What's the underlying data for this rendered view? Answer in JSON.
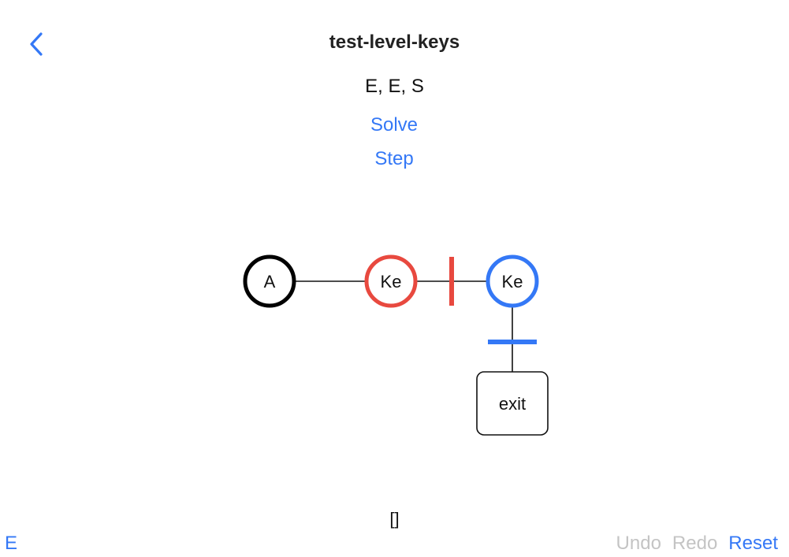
{
  "header": {
    "back_icon": "chevron-left-icon",
    "title": "test-level-keys",
    "moves": "E, E, S"
  },
  "actions": {
    "solve_label": "Solve",
    "step_label": "Step"
  },
  "graph": {
    "nodes": [
      {
        "id": "A",
        "label": "A",
        "shape": "circle",
        "color": "#000000"
      },
      {
        "id": "Ke1",
        "label": "Ke",
        "shape": "circle",
        "color": "#e8493f"
      },
      {
        "id": "Ke2",
        "label": "Ke",
        "shape": "circle",
        "color": "#3478f6"
      },
      {
        "id": "exit",
        "label": "exit",
        "shape": "rounded-rect",
        "color": "#111111"
      }
    ],
    "edges": [
      {
        "from": "A",
        "to": "Ke1",
        "gate_color": null
      },
      {
        "from": "Ke1",
        "to": "Ke2",
        "gate_color": "#e8493f"
      },
      {
        "from": "Ke2",
        "to": "exit",
        "gate_color": "#3478f6"
      }
    ]
  },
  "status": {
    "stack_text": "[]"
  },
  "footer": {
    "left_label": "E",
    "undo_label": "Undo",
    "redo_label": "Redo",
    "reset_label": "Reset"
  },
  "colors": {
    "accent": "#3478f6",
    "red": "#e8493f",
    "disabled": "#c4c4c4"
  }
}
